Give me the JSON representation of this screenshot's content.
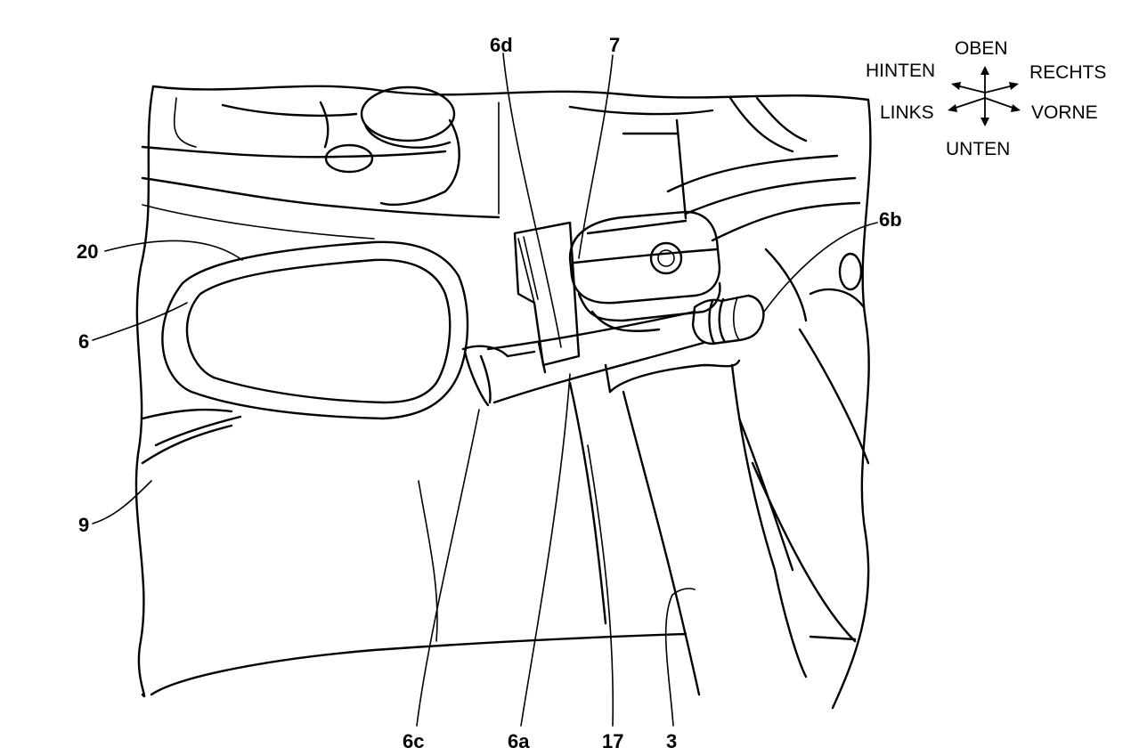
{
  "figure": {
    "reference_numerals": {
      "r20": "20",
      "r6": "6",
      "r9": "9",
      "r6d": "6d",
      "r7": "7",
      "r6b": "6b",
      "r6c": "6c",
      "r6a": "6a",
      "r17": "17",
      "r3": "3"
    },
    "orientation": {
      "up": "OBEN",
      "rear": "HINTEN",
      "right": "RECHTS",
      "left": "LINKS",
      "front": "VORNE",
      "down": "UNTEN"
    }
  }
}
